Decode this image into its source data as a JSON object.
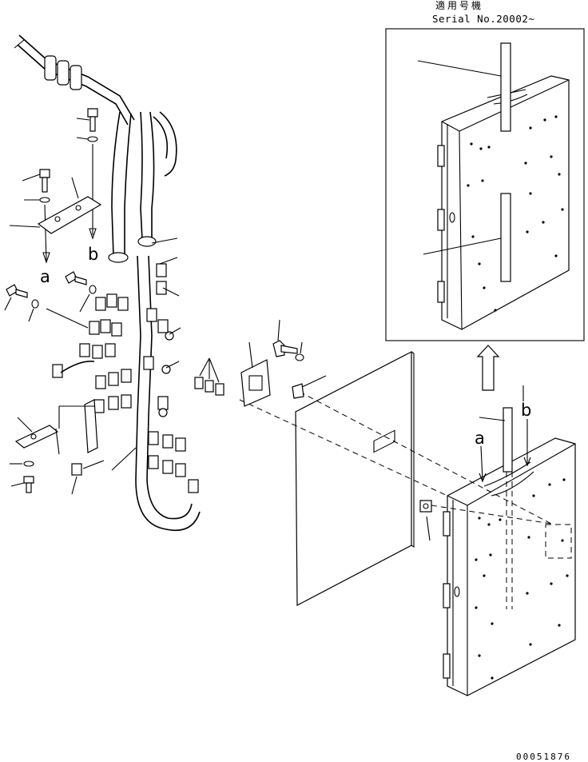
{
  "header": {
    "applicable_models": "適用号機",
    "serial": "Serial No.20002~"
  },
  "markers": {
    "a_left": "a",
    "b_left": "b",
    "a_right": "a",
    "b_right": "b"
  },
  "drawing_code": "00051876"
}
